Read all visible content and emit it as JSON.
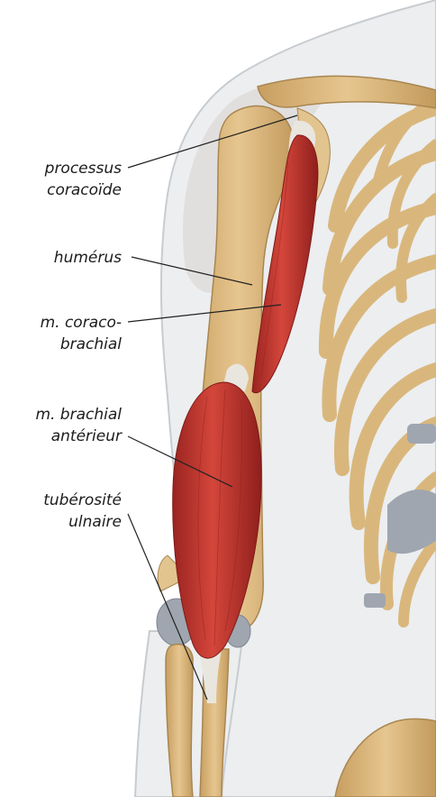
{
  "labels": {
    "processus": {
      "line1": "processus",
      "line2": "coracoïde"
    },
    "humerus": {
      "line1": "humérus"
    },
    "coraco": {
      "line1": "m. coraco-",
      "line2": "brachial"
    },
    "brachial": {
      "line1": "m. brachial",
      "line2": "antérieur"
    },
    "tuberosite": {
      "line1": "tubérosité",
      "line2": "ulnaire"
    }
  },
  "colors": {
    "background": "#ffffff",
    "skin_fill": "#eceef0",
    "skin_outline": "#c8ccd0",
    "bone": "#d9b77c",
    "bone_outline": "#a98650",
    "cartilage": "#9fa6b0",
    "muscle": "#c9382f",
    "muscle_dark": "#8f1f1c",
    "tendon": "#e9e6df",
    "leader_line": "#222222",
    "deltoid_ghost": "#d9d3cf"
  }
}
